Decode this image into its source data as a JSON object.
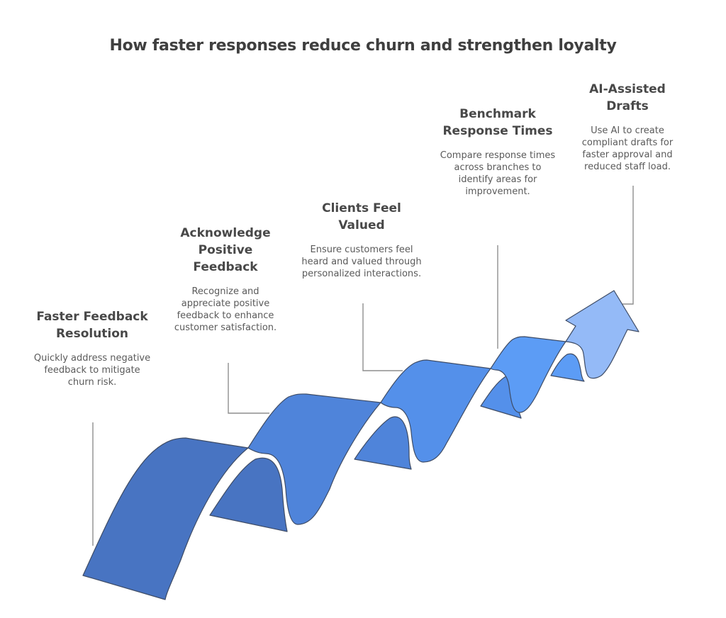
{
  "title": "How faster responses reduce churn and strengthen loyalty",
  "colors": {
    "step1": "#4874c2",
    "step2": "#4f84da",
    "step3": "#5490ea",
    "step4": "#5c9cf5",
    "arrow": "#94baf7",
    "outline": "#3e4c66",
    "connector": "#8e8e8e",
    "heading_text": "#484848",
    "body_text": "#5a5a5a"
  },
  "steps": [
    {
      "heading": "Faster Feedback Resolution",
      "description": "Quickly address negative feedback to mitigate churn risk."
    },
    {
      "heading": "Acknowledge Positive Feedback",
      "description": "Recognize and appreciate positive feedback to enhance customer satisfaction."
    },
    {
      "heading": "Clients Feel Valued",
      "description": "Ensure customers feel heard and valued through personalized interactions."
    },
    {
      "heading": "Benchmark Response Times",
      "description": "Compare response times across branches to identify areas for improvement."
    },
    {
      "heading": "AI-Assisted Drafts",
      "description": "Use AI to create compliant drafts for faster approval and reduced staff load."
    }
  ],
  "icons": {
    "ribbon": "wave-ribbon",
    "arrow": "up-arrow"
  }
}
